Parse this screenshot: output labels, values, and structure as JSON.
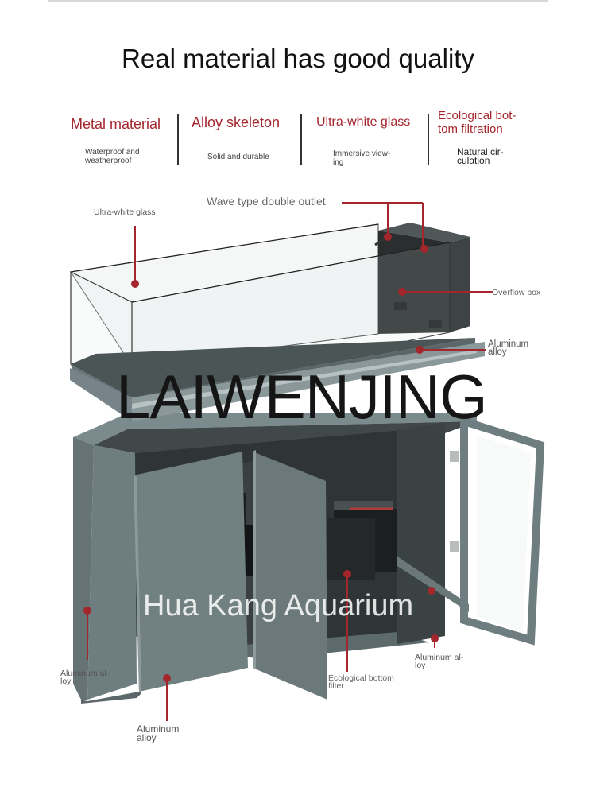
{
  "title": "Real material has good quality",
  "features": [
    {
      "title": "Metal material",
      "subtitle_lines": [
        "Waterproof and",
        "weatherproof"
      ]
    },
    {
      "title": "Alloy skeleton",
      "subtitle_lines": [
        "Solid and durable"
      ]
    },
    {
      "title": "Ultra-white glass",
      "subtitle_lines": [
        "Immersive view-",
        "ing"
      ]
    },
    {
      "title_lines": [
        "Ecological bot-",
        "tom filtration"
      ],
      "subtitle_lines": [
        "Natural cir-",
        "culation"
      ]
    }
  ],
  "labels": {
    "wave_outlet": "Wave type double outlet",
    "ultra_white_glass": "Ultra-white glass",
    "overflow_box": "Overflow box",
    "aluminum_alloy_tank": [
      "Aluminum",
      "alloy"
    ],
    "aluminum_alloy_left": [
      "Aluminum al-",
      "loy"
    ],
    "aluminum_alloy_bottom": [
      "Aluminum",
      "alloy"
    ],
    "ecological_bottom_filter": [
      "Ecological bottom",
      "filter"
    ],
    "aluminum_alloy_right": [
      "Aluminum al-",
      "loy"
    ]
  },
  "watermarks": {
    "brand": "LAIWENJING",
    "store": "Hua Kang Aquarium"
  },
  "colors": {
    "accent_red": "#a3262d",
    "cabinet": "#6e7d7f",
    "separator": "#333333"
  }
}
